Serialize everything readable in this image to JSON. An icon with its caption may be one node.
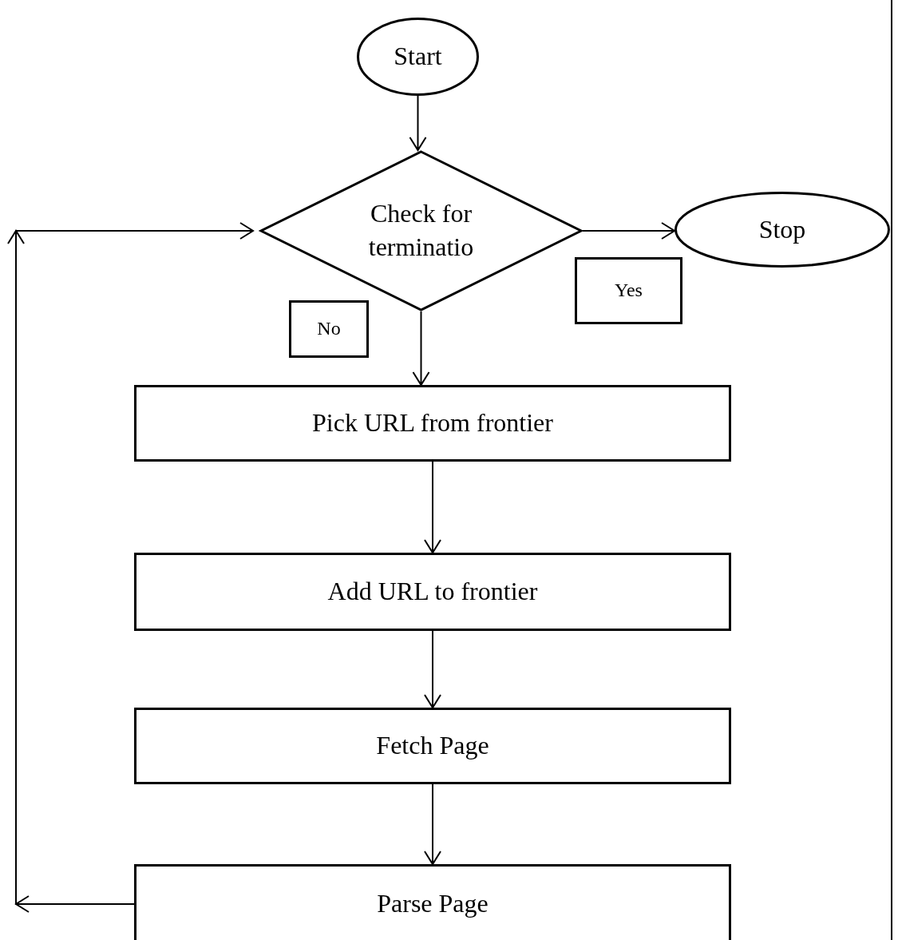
{
  "diagram": {
    "nodes": [
      {
        "text": [
          "Start"
        ]
      },
      {
        "text": [
          "Check for terminatio"
        ]
      },
      {
        "text": [
          "Stop"
        ]
      },
      {
        "text": [
          "Yes"
        ]
      },
      {
        "text": [
          "No"
        ]
      },
      {
        "text": [
          "Pick URL from frontier"
        ]
      },
      {
        "text": [
          "Add URL to frontier"
        ]
      },
      {
        "text": [
          "Fetch Page"
        ]
      },
      {
        "text": [
          "Parse Page"
        ]
      }
    ],
    "edges": [
      {
        "from": 0,
        "to": 1,
        "arrow": "to"
      },
      {
        "from": 1,
        "to": 2,
        "arrow": "to"
      },
      {
        "from": 1,
        "to": 5,
        "arrow": "to"
      },
      {
        "from": 5,
        "to": 6,
        "arrow": "to"
      },
      {
        "from": 6,
        "to": 7,
        "arrow": "to"
      },
      {
        "from": 7,
        "to": 8,
        "arrow": "to"
      },
      {
        "from": 8,
        "to": 1,
        "arrow": "to"
      }
    ]
  }
}
